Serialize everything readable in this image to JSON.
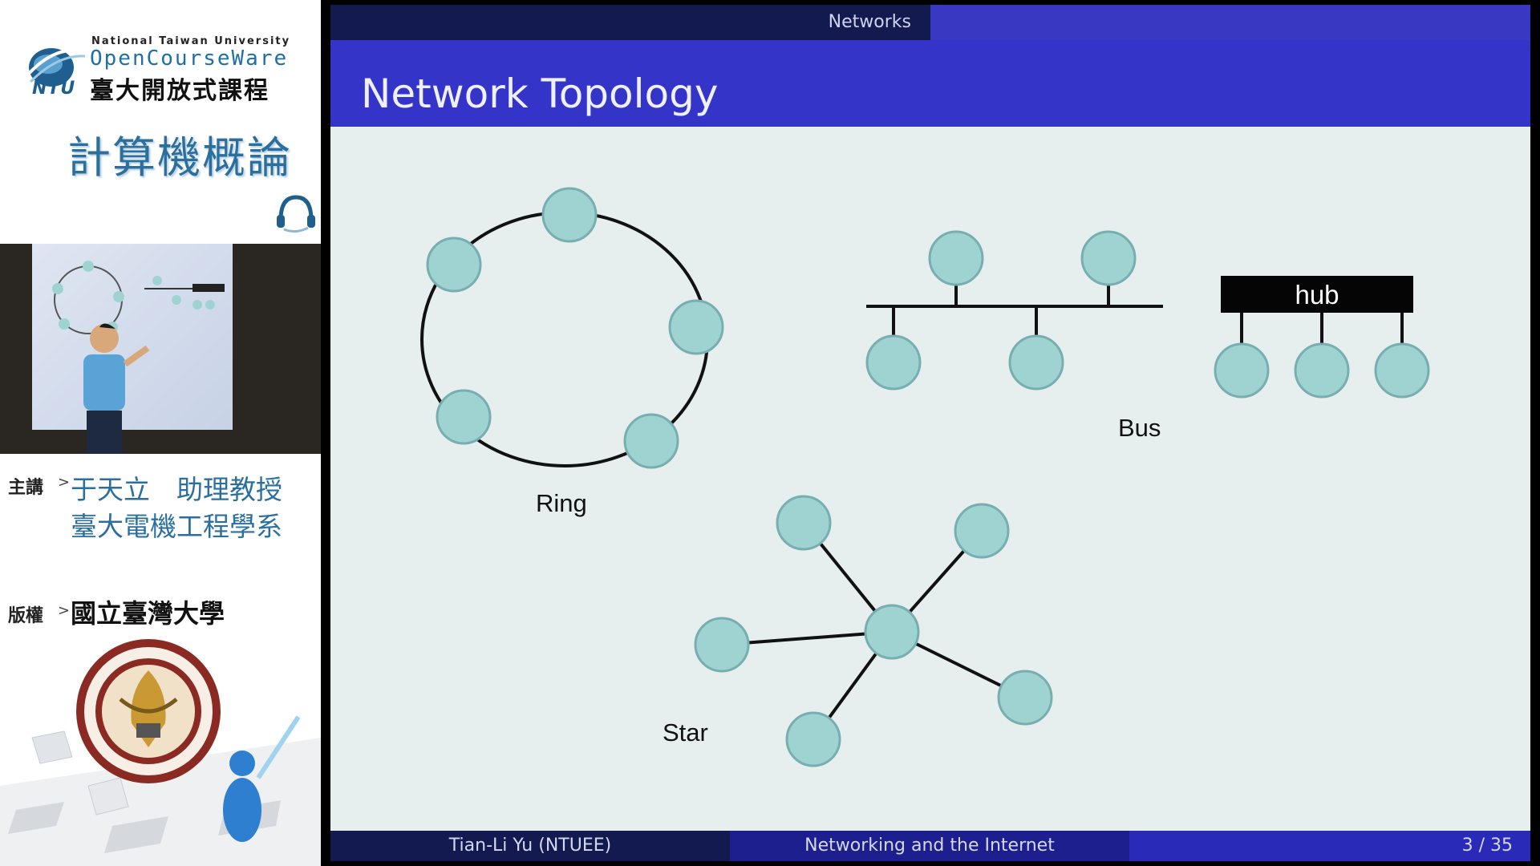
{
  "sidebar": {
    "logo": {
      "university": "National Taiwan University",
      "ocw": "OpenCourseWare",
      "ocw_zh": "臺大開放式課程",
      "ntu_mark": "NTU"
    },
    "course_title": "計算機概論",
    "lecturer_label": "主講",
    "lecturer_name": "于天立　助理教授",
    "lecturer_dept": "臺大電機工程學系",
    "copyright_label": "版權",
    "copyright_owner": "國立臺灣大學",
    "arrow": ">"
  },
  "slide": {
    "nav_section": "Networks",
    "title": "Network Topology",
    "labels": {
      "ring": "Ring",
      "bus": "Bus",
      "hub": "hub",
      "star": "Star"
    },
    "footer": {
      "author": "Tian-Li Yu  (NTUEE)",
      "topic": "Networking and the Internet",
      "page": "3 / 35"
    }
  },
  "colors": {
    "node_fill": "#9fd3d2",
    "header_blue": "#3434c8",
    "nav_dark": "#121a50",
    "slide_bg": "#e6efee"
  }
}
